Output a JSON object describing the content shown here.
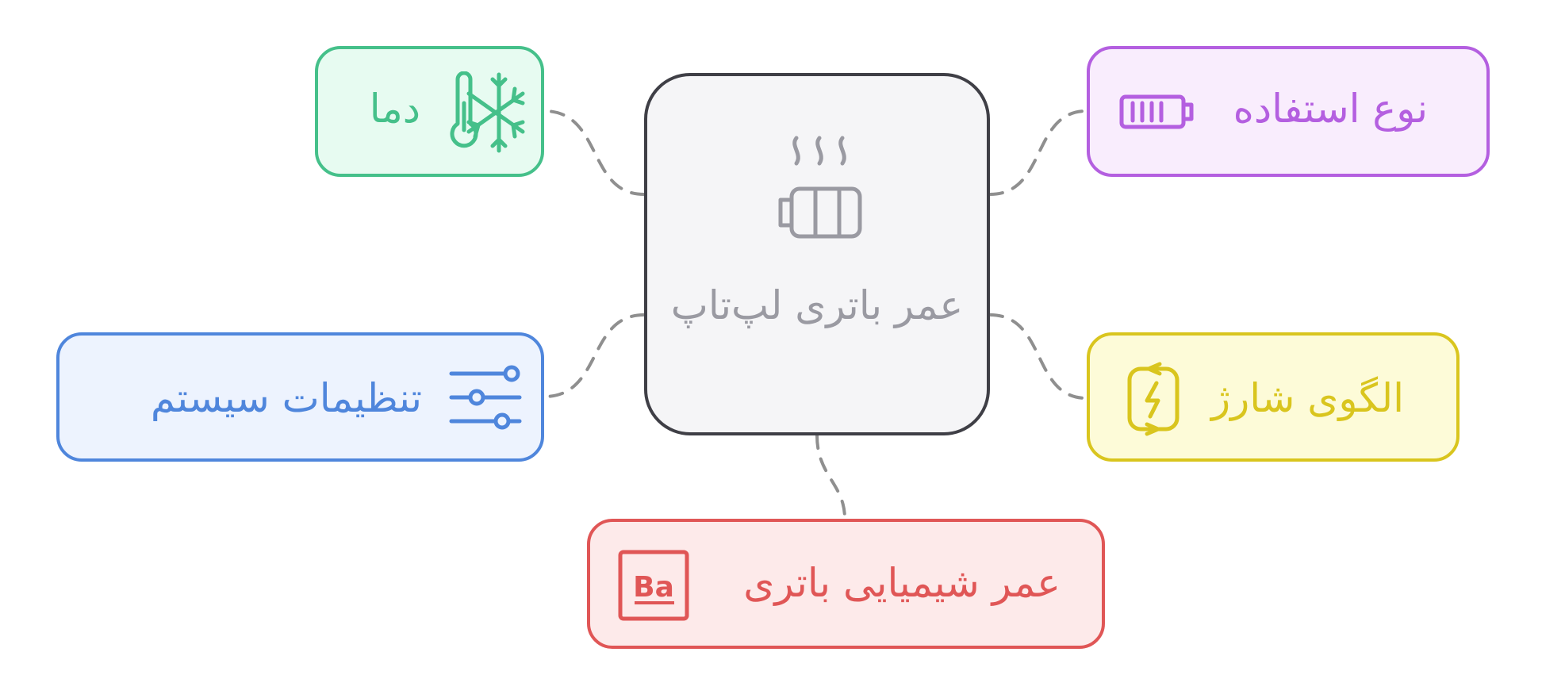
{
  "center": {
    "label": "عمر باتری لپ‌تاپ",
    "icon": "heating-battery-icon",
    "color": "#9a9aa2",
    "border": "#3f3f46"
  },
  "nodes": {
    "usage": {
      "label": "نوع استفاده",
      "icon": "battery-level-icon",
      "color": "#b45fe0"
    },
    "charge": {
      "label": "الگوی شارژ",
      "icon": "charging-battery-icon",
      "color": "#d9c51e"
    },
    "temp": {
      "label": "دما",
      "icon": "thermometer-snowflake-icon",
      "color": "#45c08a"
    },
    "system": {
      "label": "تنظیمات سیستم",
      "icon": "sliders-icon",
      "color": "#4f86dc"
    },
    "chem": {
      "label": "عمر شیمیایی باتری",
      "icon": "barium-element-icon",
      "color": "#e05656",
      "icon_text": "Ba"
    }
  },
  "connector_color": "#8f8f8f"
}
